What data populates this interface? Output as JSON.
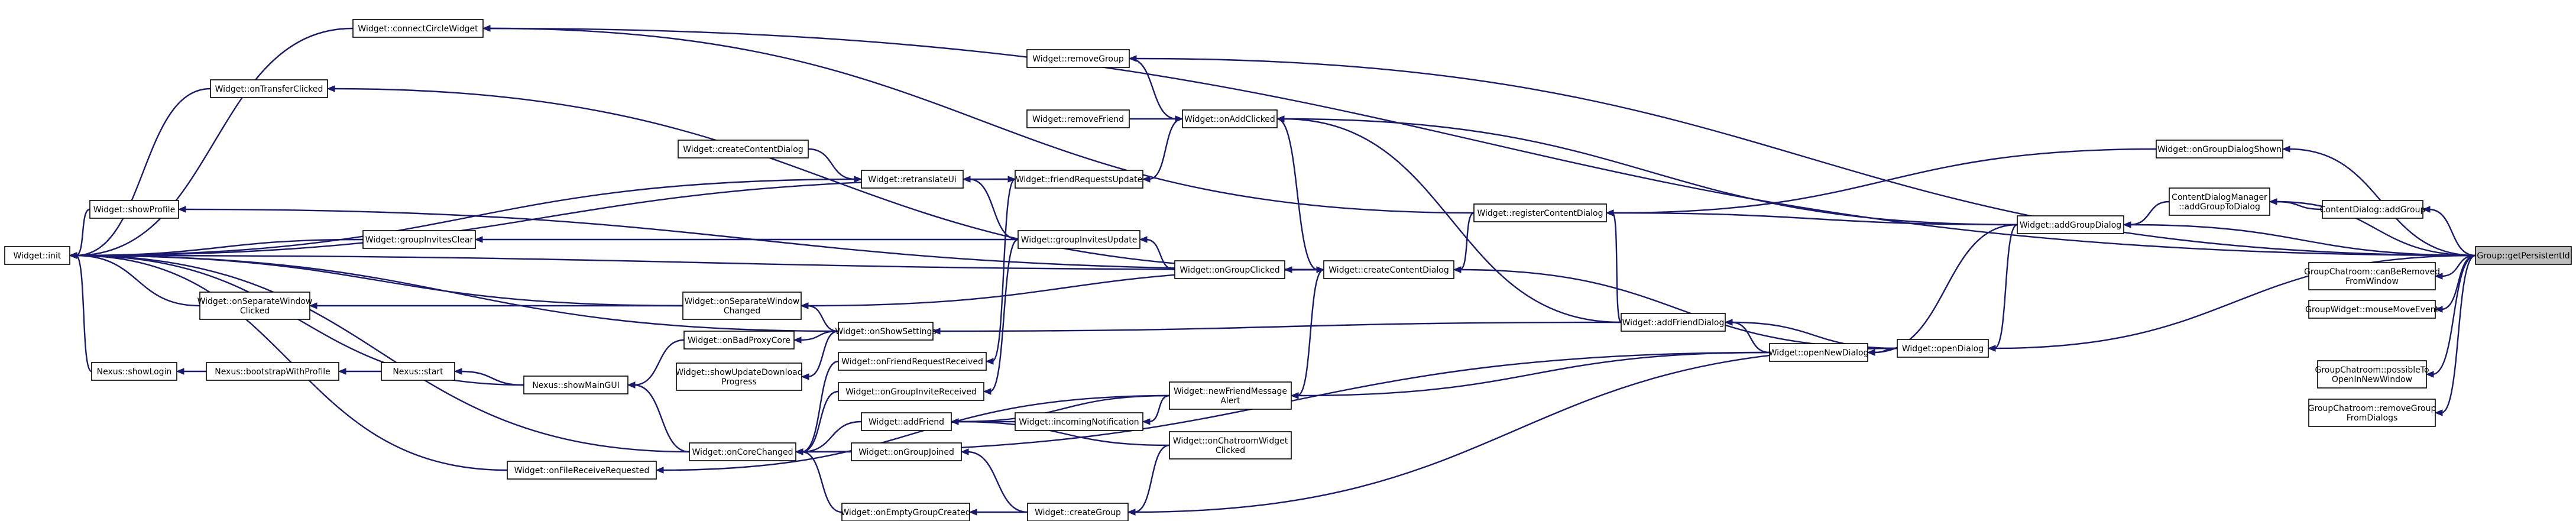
{
  "diagram": {
    "type": "caller-graph",
    "colors": {
      "edge": "#191970",
      "node_border": "#000000",
      "root_fill": "#bfbfbf",
      "node_fill": "#ffffff"
    },
    "root": "group_getPersistentId",
    "nodes": {
      "widget_init": [
        "Widget::init"
      ],
      "widget_connectCircleWidget": [
        "Widget::connectCircleWidget"
      ],
      "widget_onTransferClicked": [
        "Widget::onTransferClicked"
      ],
      "widget_removeGroup": [
        "Widget::removeGroup"
      ],
      "widget_removeFriend": [
        "Widget::removeFriend"
      ],
      "widget_onAddClicked": [
        "Widget::onAddClicked"
      ],
      "widget_createContentDialog_a": [
        "Widget::createContentDialog"
      ],
      "widget_retranslateUi": [
        "Widget::retranslateUi"
      ],
      "widget_friendRequestsUpdate": [
        "Widget::friendRequestsUpdate"
      ],
      "widget_showProfile": [
        "Widget::showProfile"
      ],
      "widget_groupInvitesClear": [
        "Widget::groupInvitesClear"
      ],
      "widget_groupInvitesUpdate": [
        "Widget::groupInvitesUpdate"
      ],
      "widget_onGroupClicked": [
        "Widget::onGroupClicked"
      ],
      "widget_createContentDialog_b": [
        "Widget::createContentDialog"
      ],
      "widget_registerContentDialog": [
        "Widget::registerContentDialog"
      ],
      "widget_onGroupDialogShown": [
        "Widget::onGroupDialogShown"
      ],
      "contentDialogManager_addGroupToDialog": [
        "ContentDialogManager",
        "::addGroupToDialog"
      ],
      "contentDialog_addGroup": [
        "ContentDialog::addGroup"
      ],
      "widget_addGroupDialog": [
        "Widget::addGroupDialog"
      ],
      "group_getPersistentId": [
        "Group::getPersistentId"
      ],
      "groupChatroom_canBeRemoved": [
        "GroupChatroom::canBeRemoved",
        "FromWindow"
      ],
      "groupWidget_mouseMoveEvent": [
        "GroupWidget::mouseMoveEvent"
      ],
      "groupChatroom_possibleToOpen": [
        "GroupChatroom::possibleTo",
        "OpenInNewWindow"
      ],
      "groupChatroom_removeGroupFromDialogs": [
        "GroupChatroom::removeGroup",
        "FromDialogs"
      ],
      "widget_onSeparateWindowClicked": [
        "Widget::onSeparateWindow",
        "Clicked"
      ],
      "widget_onSeparateWindowChanged": [
        "Widget::onSeparateWindow",
        "Changed"
      ],
      "widget_onShowSettings": [
        "Widget::onShowSettings"
      ],
      "widget_addFriendDialog": [
        "Widget::addFriendDialog"
      ],
      "widget_openNewDialog": [
        "Widget::openNewDialog"
      ],
      "widget_openDialog": [
        "Widget::openDialog"
      ],
      "widget_onBadProxyCore": [
        "Widget::onBadProxyCore"
      ],
      "widget_showUpdateDownloadProgress": [
        "Widget::showUpdateDownload",
        "Progress"
      ],
      "widget_onFriendRequestReceived": [
        "Widget::onFriendRequestReceived"
      ],
      "nexus_showLogin": [
        "Nexus::showLogin"
      ],
      "nexus_bootstrapWithProfile": [
        "Nexus::bootstrapWithProfile"
      ],
      "nexus_start": [
        "Nexus::start"
      ],
      "nexus_showMainGUI": [
        "Nexus::showMainGUI"
      ],
      "widget_onGroupInviteReceived": [
        "Widget::onGroupInviteReceived"
      ],
      "widget_newFriendMessageAlert": [
        "Widget::newFriendMessage",
        "Alert"
      ],
      "widget_addFriend": [
        "Widget::addFriend"
      ],
      "widget_incomingNotification": [
        "Widget::incomingNotification"
      ],
      "widget_onCoreChanged": [
        "Widget::onCoreChanged"
      ],
      "widget_onGroupJoined": [
        "Widget::onGroupJoined"
      ],
      "widget_onChatroomWidgetClicked": [
        "Widget::onChatroomWidget",
        "Clicked"
      ],
      "widget_onFileReceiveRequested": [
        "Widget::onFileReceiveRequested"
      ],
      "widget_onEmptyGroupCreated": [
        "Widget::onEmptyGroupCreated"
      ],
      "widget_createGroup": [
        "Widget::createGroup"
      ]
    },
    "edges": [
      [
        "widget_connectCircleWidget",
        "widget_init"
      ],
      [
        "widget_onTransferClicked",
        "widget_init"
      ],
      [
        "widget_retranslateUi",
        "widget_init"
      ],
      [
        "widget_showProfile",
        "widget_init"
      ],
      [
        "widget_groupInvitesClear",
        "widget_init"
      ],
      [
        "widget_onSeparateWindowClicked",
        "widget_init"
      ],
      [
        "widget_onSeparateWindowChanged",
        "widget_init"
      ],
      [
        "nexus_showLogin",
        "widget_init"
      ],
      [
        "nexus_showMainGUI",
        "widget_init"
      ],
      [
        "widget_onCoreChanged",
        "widget_init"
      ],
      [
        "widget_onFileReceiveRequested",
        "widget_init"
      ],
      [
        "widget_friendRequestsUpdate",
        "widget_init"
      ],
      [
        "widget_onShowSettings",
        "widget_init"
      ],
      [
        "widget_createContentDialog_b",
        "widget_init"
      ],
      [
        "widget_onAddClicked",
        "widget_friendRequestsUpdate"
      ],
      [
        "widget_removeFriend",
        "widget_onAddClicked"
      ],
      [
        "widget_createContentDialog_a",
        "widget_retranslateUi"
      ],
      [
        "widget_retranslateUi",
        "widget_friendRequestsUpdate"
      ],
      [
        "widget_groupInvitesUpdate",
        "widget_retranslateUi"
      ],
      [
        "widget_groupInvitesUpdate",
        "widget_groupInvitesClear"
      ],
      [
        "widget_onGroupClicked",
        "widget_groupInvitesUpdate"
      ],
      [
        "widget_createContentDialog_b",
        "widget_onGroupClicked"
      ],
      [
        "widget_createContentDialog_b",
        "widget_onSeparateWindowChanged"
      ],
      [
        "widget_onSeparateWindowChanged",
        "widget_onSeparateWindowClicked"
      ],
      [
        "widget_onShowSettings",
        "widget_onSeparateWindowChanged"
      ],
      [
        "nexus_bootstrapWithProfile",
        "nexus_showLogin"
      ],
      [
        "nexus_start",
        "nexus_bootstrapWithProfile"
      ],
      [
        "nexus_showMainGUI",
        "nexus_start"
      ],
      [
        "widget_onBadProxyCore",
        "nexus_showMainGUI"
      ],
      [
        "widget_onShowSettings",
        "widget_onBadProxyCore"
      ],
      [
        "widget_onShowSettings",
        "widget_showUpdateDownloadProgress"
      ],
      [
        "widget_onCoreChanged",
        "nexus_showMainGUI"
      ],
      [
        "widget_addFriend",
        "widget_onCoreChanged"
      ],
      [
        "widget_onGroupJoined",
        "widget_onCoreChanged"
      ],
      [
        "widget_onEmptyGroupCreated",
        "widget_onCoreChanged"
      ],
      [
        "widget_onGroupInviteReceived",
        "widget_onCoreChanged"
      ],
      [
        "widget_onFriendRequestReceived",
        "widget_onCoreChanged"
      ],
      [
        "widget_groupInvitesUpdate",
        "widget_onGroupInviteReceived"
      ],
      [
        "widget_friendRequestsUpdate",
        "widget_onFriendRequestReceived"
      ],
      [
        "widget_incomingNotification",
        "widget_addFriend"
      ],
      [
        "widget_newFriendMessageAlert",
        "widget_addFriend"
      ],
      [
        "widget_newFriendMessageAlert",
        "widget_incomingNotification"
      ],
      [
        "widget_onChatroomWidgetClicked",
        "widget_addFriend"
      ],
      [
        "widget_newFriendMessageAlert",
        "widget_onFileReceiveRequested"
      ],
      [
        "widget_createGroup",
        "widget_onGroupJoined"
      ],
      [
        "widget_createGroup",
        "widget_onEmptyGroupCreated"
      ],
      [
        "widget_onChatroomWidgetClicked",
        "widget_createGroup"
      ],
      [
        "widget_openDialog",
        "widget_createGroup"
      ],
      [
        "widget_createContentDialog_b",
        "widget_newFriendMessageAlert"
      ],
      [
        "widget_openNewDialog",
        "widget_newFriendMessageAlert"
      ],
      [
        "widget_openNewDialog",
        "widget_onCoreChanged"
      ],
      [
        "widget_registerContentDialog",
        "widget_createContentDialog_b"
      ],
      [
        "widget_registerContentDialog",
        "widget_connectCircleWidget"
      ],
      [
        "widget_addFriendDialog",
        "widget_registerContentDialog"
      ],
      [
        "widget_addGroupDialog",
        "widget_registerContentDialog"
      ],
      [
        "widget_addFriendDialog",
        "widget_onAddClicked"
      ],
      [
        "widget_addFriendDialog",
        "widget_onShowSettings"
      ],
      [
        "widget_openNewDialog",
        "widget_addFriendDialog"
      ],
      [
        "widget_openDialog",
        "widget_addFriendDialog"
      ],
      [
        "widget_addGroupDialog",
        "widget_openNewDialog"
      ],
      [
        "widget_openDialog",
        "widget_openNewDialog"
      ],
      [
        "widget_addGroupDialog",
        "widget_openDialog"
      ],
      [
        "widget_addGroupDialog",
        "widget_onAddClicked"
      ],
      [
        "widget_openDialog",
        "widget_createContentDialog_b"
      ],
      [
        "widget_onAddClicked",
        "widget_createContentDialog_b"
      ],
      [
        "widget_removeGroup",
        "widget_onAddClicked"
      ],
      [
        "widget_createContentDialog_b",
        "widget_onTransferClicked"
      ],
      [
        "widget_createContentDialog_b",
        "widget_showProfile"
      ],
      [
        "widget_onGroupDialogShown",
        "widget_registerContentDialog"
      ],
      [
        "contentDialogManager_addGroupToDialog",
        "widget_addGroupDialog"
      ],
      [
        "contentDialog_addGroup",
        "contentDialogManager_addGroupToDialog"
      ],
      [
        "group_getPersistentId",
        "widget_addGroupDialog"
      ],
      [
        "group_getPersistentId",
        "contentDialogManager_addGroupToDialog"
      ],
      [
        "group_getPersistentId",
        "contentDialog_addGroup"
      ],
      [
        "group_getPersistentId",
        "widget_onGroupDialogShown"
      ],
      [
        "group_getPersistentId",
        "widget_removeGroup"
      ],
      [
        "group_getPersistentId",
        "widget_connectCircleWidget"
      ],
      [
        "group_getPersistentId",
        "widget_openDialog"
      ],
      [
        "group_getPersistentId",
        "groupChatroom_canBeRemoved"
      ],
      [
        "group_getPersistentId",
        "groupWidget_mouseMoveEvent"
      ],
      [
        "group_getPersistentId",
        "groupChatroom_possibleToOpen"
      ],
      [
        "group_getPersistentId",
        "groupChatroom_removeGroupFromDialogs"
      ]
    ]
  }
}
